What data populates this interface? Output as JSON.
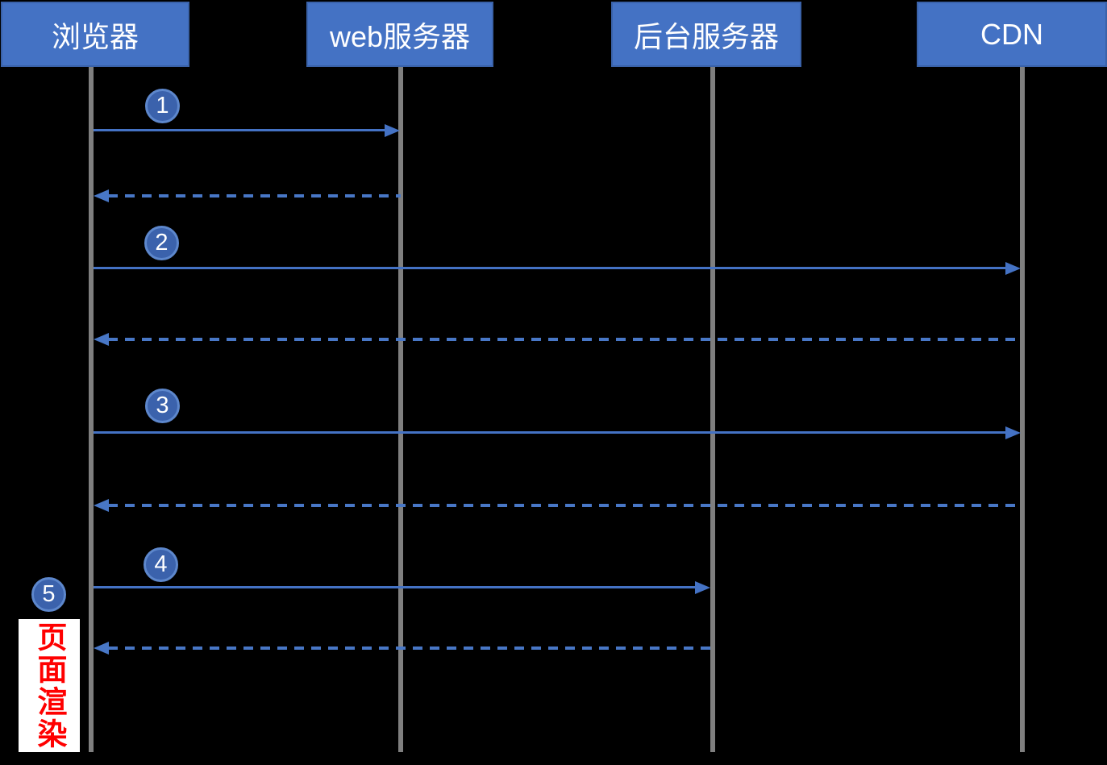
{
  "diagram": {
    "type": "sequence-diagram",
    "background_color": "#000000",
    "actors": [
      {
        "id": "browser",
        "label": "浏览器"
      },
      {
        "id": "web-server",
        "label": "web服务器"
      },
      {
        "id": "backend-server",
        "label": "后台服务器"
      },
      {
        "id": "cdn",
        "label": "CDN"
      }
    ],
    "steps": [
      {
        "number": "1",
        "from": "浏览器",
        "to": "web服务器",
        "request": "solid-arrow",
        "response": "dashed-arrow"
      },
      {
        "number": "2",
        "from": "浏览器",
        "to": "CDN",
        "request": "solid-arrow",
        "response": "dashed-arrow"
      },
      {
        "number": "3",
        "from": "浏览器",
        "to": "CDN",
        "request": "solid-arrow",
        "response": "dashed-arrow"
      },
      {
        "number": "4",
        "from": "浏览器",
        "to": "后台服务器",
        "request": "solid-arrow",
        "response": "dashed-arrow"
      },
      {
        "number": "5",
        "at": "浏览器",
        "note": "页面渲染"
      }
    ],
    "note": {
      "text": "页面渲染",
      "text_color": "#FF0000",
      "background": "#FFFFFF"
    },
    "colors": {
      "actor_fill": "#4472C4",
      "actor_border": "#3A62A9",
      "actor_text": "#FFFFFF",
      "lifeline": "#7F7F7F",
      "arrow": "#4472C4",
      "badge_fill": "#3B62AC",
      "badge_ring": "#5D87CC",
      "badge_text": "#FFFFFF"
    }
  }
}
